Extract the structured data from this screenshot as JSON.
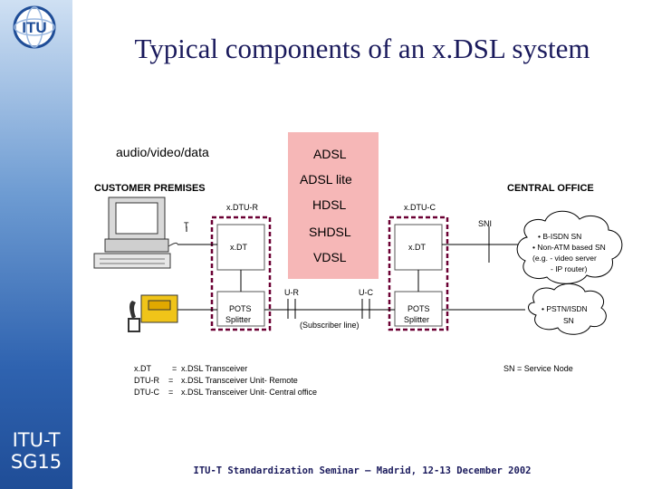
{
  "slide": {
    "title": "Typical components of an x.DSL system",
    "footer": "ITU-T Standardization Seminar – Madrid, 12-13 December 2002",
    "sidebar_label_1": "ITU-T",
    "sidebar_label_2": "SG15",
    "logo_text": "ITU"
  },
  "diagram": {
    "top_label": "audio/video/data",
    "variants": [
      "ADSL",
      "ADSL lite",
      "HDSL",
      "SHDSL",
      "VDSL"
    ],
    "customer_premises": "CUSTOMER PREMISES",
    "central_office": "CENTRAL OFFICE",
    "dtu_r": "x.DTU-R",
    "dtu_c": "x.DTU-C",
    "t_label": "T",
    "sni_label": "SNI",
    "xdt_left": "x.DT",
    "xdt_right": "x.DT",
    "pots_left": [
      "POTS",
      "Splitter"
    ],
    "pots_right": [
      "POTS",
      "Splitter"
    ],
    "u_r": "U-R",
    "u_c": "U-C",
    "subscriber_line": "(Subscriber line)",
    "cloud_top": [
      "• B-ISDN SN",
      "• Non-ATM based SN",
      "(e.g. - video server",
      "- IP router)"
    ],
    "cloud_bottom": [
      "• PSTN/ISDN",
      "SN"
    ],
    "legend": [
      {
        "abbr": "x.DT",
        "sep": "=",
        "desc": "x.DSL  Transceiver"
      },
      {
        "abbr": "DTU-R",
        "sep": "=",
        "desc": "x.DSL  Transceiver Unit- Remote"
      },
      {
        "abbr": "DTU-C",
        "sep": "=",
        "desc": "x.DSL  Transceiver Unit- Central office"
      }
    ],
    "sn_note": "SN = Service Node"
  },
  "colors": {
    "dtu_box": "#6b0033",
    "variant_bg": "#f6b7b7",
    "title": "#1a1a5c",
    "sidebar": "#2f63b0"
  }
}
